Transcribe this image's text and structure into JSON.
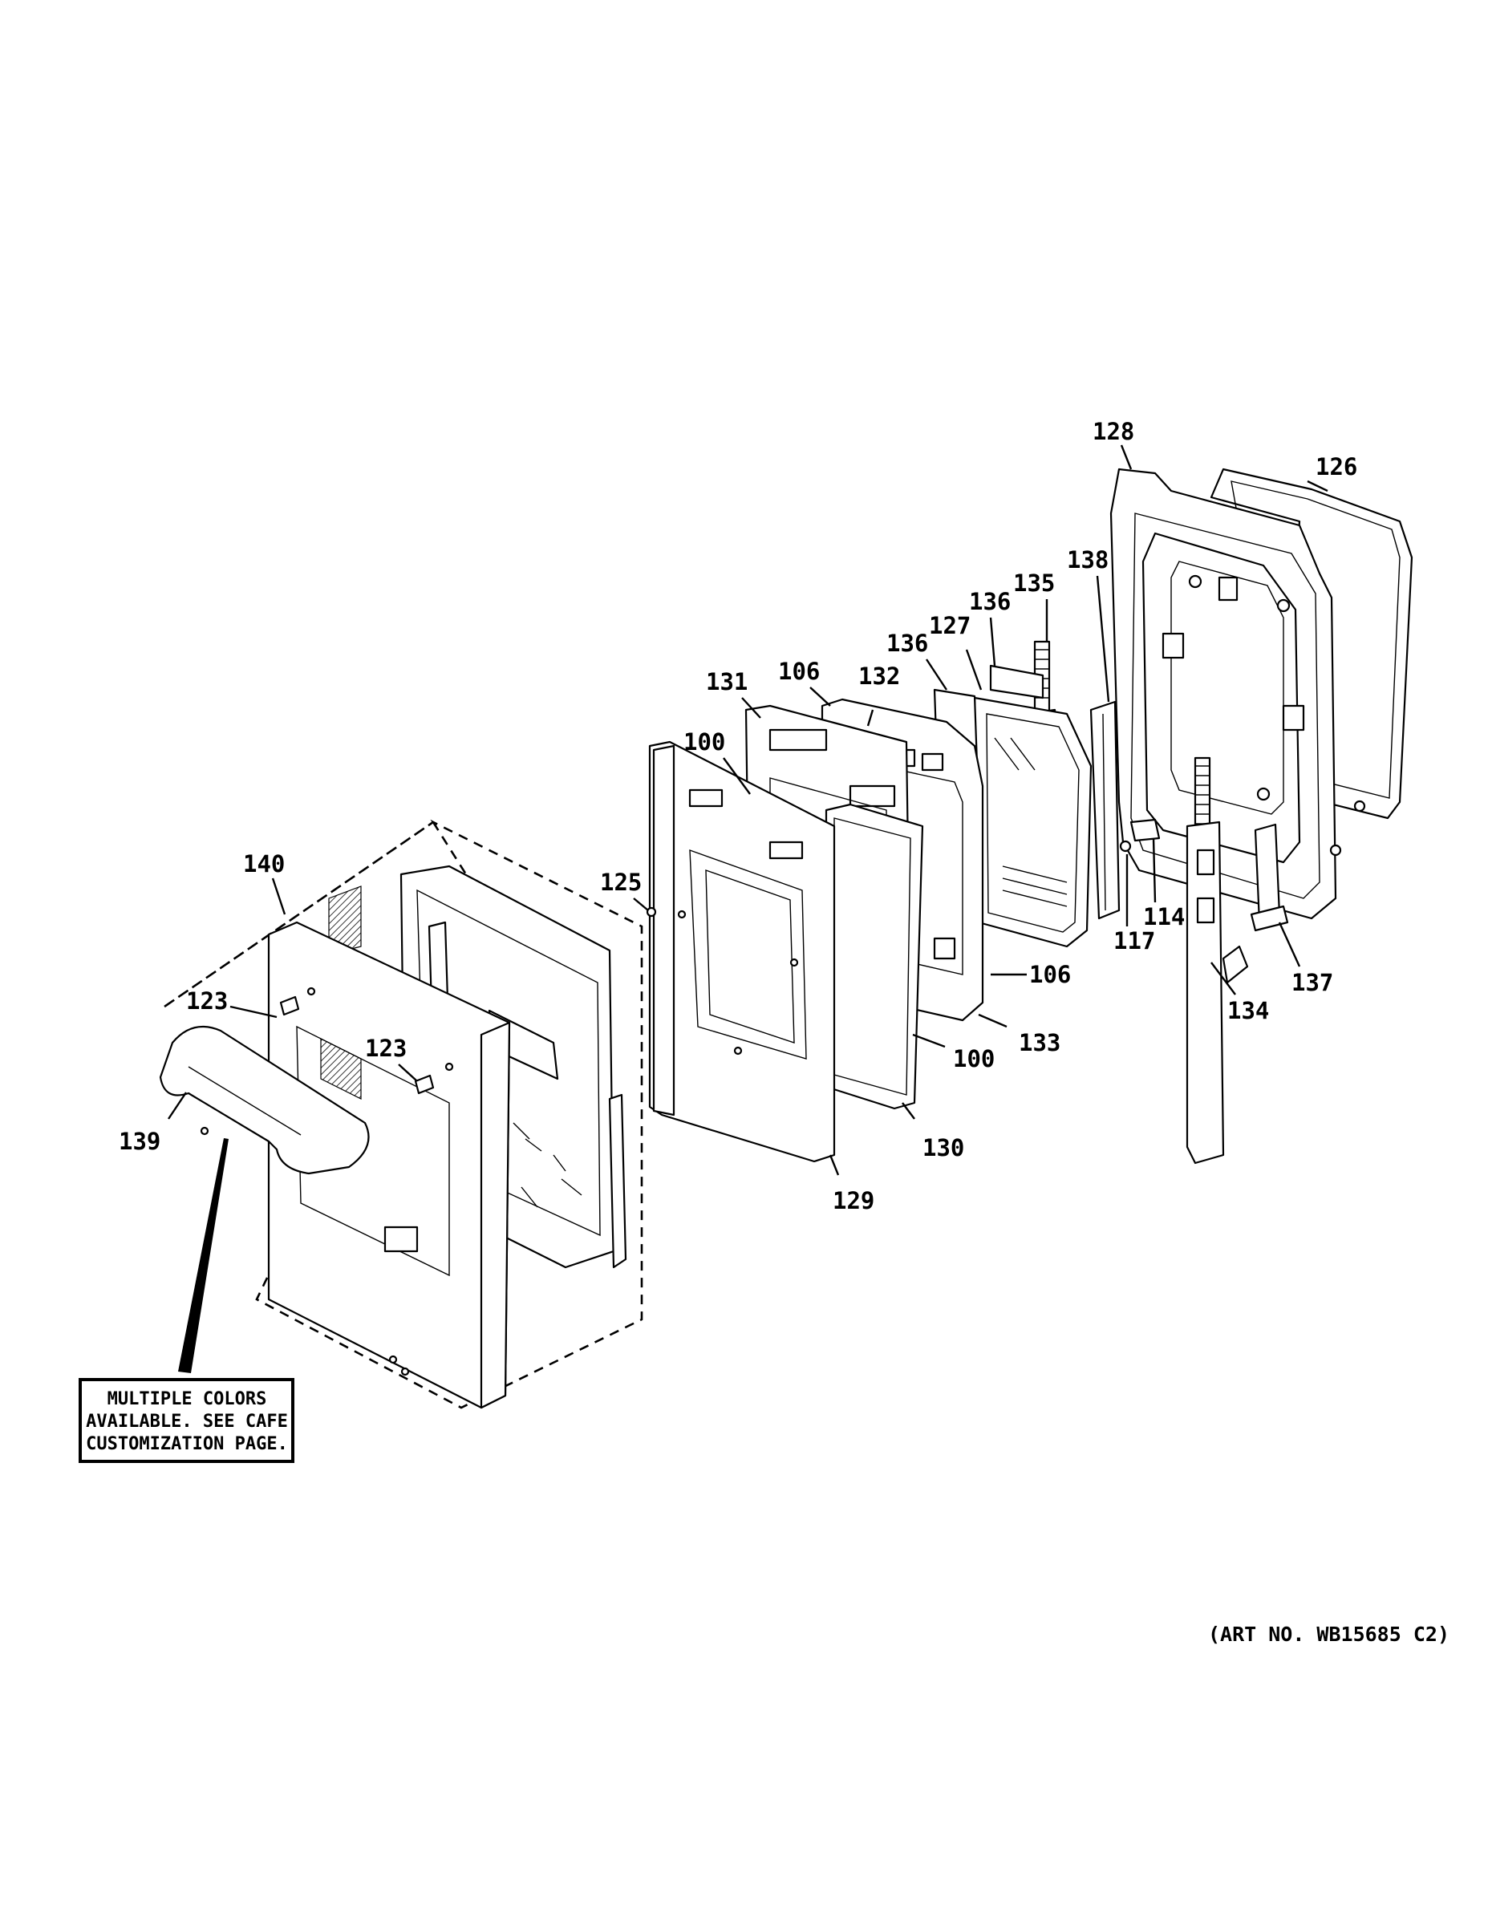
{
  "diagram": {
    "art_number": "(ART NO. WB15685 C2)",
    "note": {
      "lines": [
        "MULTIPLE COLORS",
        "AVAILABLE. SEE CAFE",
        "CUSTOMIZATION PAGE."
      ]
    },
    "callouts": [
      {
        "id": "c140",
        "label": "140"
      },
      {
        "id": "c123a",
        "label": "123"
      },
      {
        "id": "c123b",
        "label": "123"
      },
      {
        "id": "c139",
        "label": "139"
      },
      {
        "id": "c125",
        "label": "125"
      },
      {
        "id": "c100a",
        "label": "100"
      },
      {
        "id": "c131",
        "label": "131"
      },
      {
        "id": "c106a",
        "label": "106"
      },
      {
        "id": "c132",
        "label": "132"
      },
      {
        "id": "c136a",
        "label": "136"
      },
      {
        "id": "c127",
        "label": "127"
      },
      {
        "id": "c136b",
        "label": "136"
      },
      {
        "id": "c135",
        "label": "135"
      },
      {
        "id": "c138",
        "label": "138"
      },
      {
        "id": "c128",
        "label": "128"
      },
      {
        "id": "c126",
        "label": "126"
      },
      {
        "id": "c114",
        "label": "114"
      },
      {
        "id": "c117",
        "label": "117"
      },
      {
        "id": "c137",
        "label": "137"
      },
      {
        "id": "c134",
        "label": "134"
      },
      {
        "id": "c106b",
        "label": "106"
      },
      {
        "id": "c133",
        "label": "133"
      },
      {
        "id": "c100b",
        "label": "100"
      },
      {
        "id": "c130",
        "label": "130"
      },
      {
        "id": "c129",
        "label": "129"
      }
    ]
  }
}
